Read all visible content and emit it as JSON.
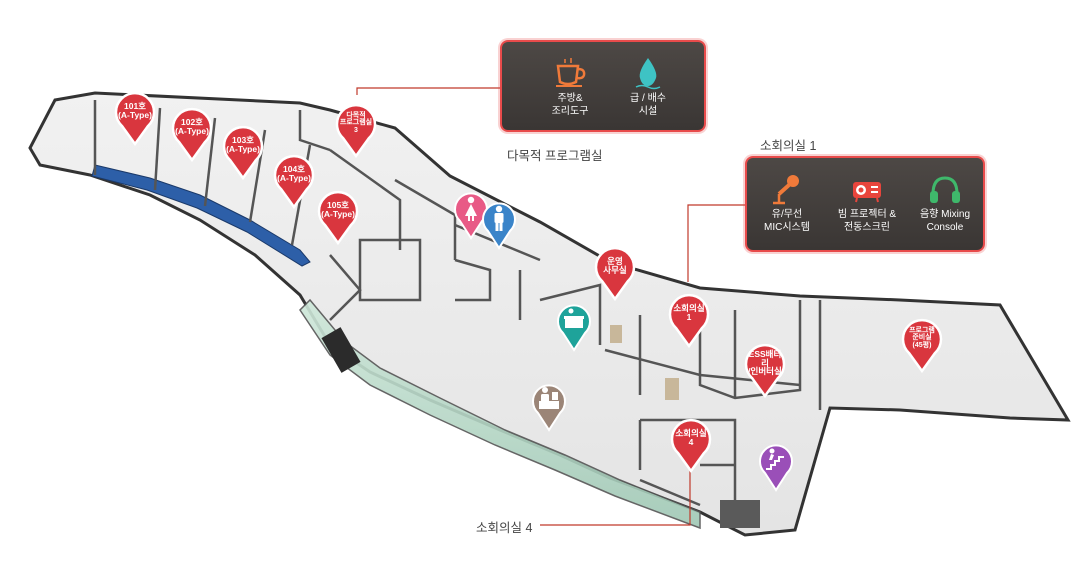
{
  "room_pins": [
    {
      "key": "101",
      "lines": [
        "101호",
        "(A-Type)"
      ]
    },
    {
      "key": "102",
      "lines": [
        "102호",
        "(A-Type)"
      ]
    },
    {
      "key": "103",
      "lines": [
        "103호",
        "(A-Type)"
      ]
    },
    {
      "key": "104",
      "lines": [
        "104호",
        "(A-Type)"
      ]
    },
    {
      "key": "105",
      "lines": [
        "105호",
        "(A-Type)"
      ]
    },
    {
      "key": "prog3",
      "lines": [
        "다목적",
        "프로그램실",
        "3"
      ]
    },
    {
      "key": "office",
      "lines": [
        "운영",
        "사무실"
      ]
    },
    {
      "key": "meeting1",
      "lines": [
        "소회의실",
        "1"
      ]
    },
    {
      "key": "ess",
      "lines": [
        "ESS배터리",
        "/인버터실"
      ]
    },
    {
      "key": "prep",
      "lines": [
        "프로그램",
        "준비실",
        "(45평)"
      ]
    },
    {
      "key": "meeting4",
      "lines": [
        "소회의실",
        "4"
      ]
    }
  ],
  "facility_pins": [
    {
      "name": "women-restroom",
      "icon": "female-icon",
      "color": "#e85a86"
    },
    {
      "name": "men-restroom",
      "icon": "male-icon",
      "color": "#3a84c9"
    },
    {
      "name": "reception",
      "icon": "desk-icon",
      "color": "#1ea39a"
    },
    {
      "name": "information",
      "icon": "person-desk-icon",
      "color": "#9b8577"
    },
    {
      "name": "stairs",
      "icon": "stairs-person-icon",
      "color": "#9a4fb8"
    }
  ],
  "panels": {
    "program": {
      "caption": "다목적 프로그램실",
      "items": [
        {
          "label": "주방&\n조리도구",
          "icon": "coffee-cup-icon"
        },
        {
          "label": "급 / 배수\n시설",
          "icon": "water-drop-icon"
        }
      ]
    },
    "meeting1": {
      "caption": "소회의실 1",
      "items": [
        {
          "label": "유/무선\nMIC시스템",
          "icon": "microphone-icon"
        },
        {
          "label": "빔 프로젝터 &\n전동스크린",
          "icon": "projector-icon"
        },
        {
          "label": "음향 Mixing\nConsole",
          "icon": "headphones-icon"
        }
      ]
    }
  },
  "callouts": {
    "meeting4_caption": "소회의실 4"
  },
  "colors": {
    "pin_red": "#d9363e",
    "panel_border": "#e84b4b",
    "panel_bg": "#403b39",
    "icon_orange": "#f07a3a",
    "icon_teal": "#3ec3c4",
    "icon_green": "#3fb86b",
    "callout_line": "#c0392b"
  }
}
